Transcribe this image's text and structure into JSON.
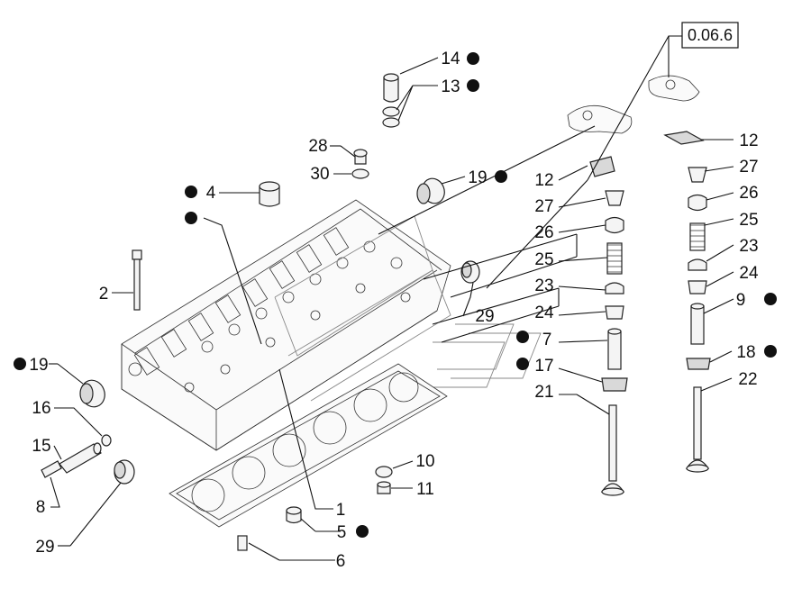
{
  "diagram": {
    "reference_box": "0.06.6",
    "labels": [
      {
        "id": "l14",
        "text": "14",
        "dot": true
      },
      {
        "id": "l13",
        "text": "13",
        "dot": true
      },
      {
        "id": "l28",
        "text": "28",
        "dot": false
      },
      {
        "id": "l30",
        "text": "30",
        "dot": false
      },
      {
        "id": "l19a",
        "text": "19",
        "dot": true
      },
      {
        "id": "l4",
        "text": "4",
        "dot": true
      },
      {
        "id": "l2",
        "text": "2",
        "dot": false
      },
      {
        "id": "l19b",
        "text": "19",
        "dot": true
      },
      {
        "id": "l16",
        "text": "16",
        "dot": false
      },
      {
        "id": "l15",
        "text": "15",
        "dot": false
      },
      {
        "id": "l8",
        "text": "8",
        "dot": false
      },
      {
        "id": "l29a",
        "text": "29",
        "dot": false
      },
      {
        "id": "l29b",
        "text": "29",
        "dot": false
      },
      {
        "id": "l1",
        "text": "1",
        "dot": false
      },
      {
        "id": "l5",
        "text": "5",
        "dot": true
      },
      {
        "id": "l6",
        "text": "6",
        "dot": false
      },
      {
        "id": "l10",
        "text": "10",
        "dot": false
      },
      {
        "id": "l11",
        "text": "11",
        "dot": false
      },
      {
        "id": "l12a",
        "text": "12",
        "dot": false
      },
      {
        "id": "l27a",
        "text": "27",
        "dot": false
      },
      {
        "id": "l26a",
        "text": "26",
        "dot": false
      },
      {
        "id": "l25a",
        "text": "25",
        "dot": false
      },
      {
        "id": "l23a",
        "text": "23",
        "dot": false
      },
      {
        "id": "l24a",
        "text": "24",
        "dot": false
      },
      {
        "id": "l7",
        "text": "7",
        "dot": true
      },
      {
        "id": "l17",
        "text": "17",
        "dot": true
      },
      {
        "id": "l21",
        "text": "21",
        "dot": false
      },
      {
        "id": "l12b",
        "text": "12",
        "dot": false
      },
      {
        "id": "l27b",
        "text": "27",
        "dot": false
      },
      {
        "id": "l26b",
        "text": "26",
        "dot": false
      },
      {
        "id": "l25b",
        "text": "25",
        "dot": false
      },
      {
        "id": "l23b",
        "text": "23",
        "dot": false
      },
      {
        "id": "l24b",
        "text": "24",
        "dot": false
      },
      {
        "id": "l9",
        "text": "9",
        "dot": true
      },
      {
        "id": "l18",
        "text": "18",
        "dot": true
      },
      {
        "id": "l22",
        "text": "22",
        "dot": false
      }
    ]
  }
}
